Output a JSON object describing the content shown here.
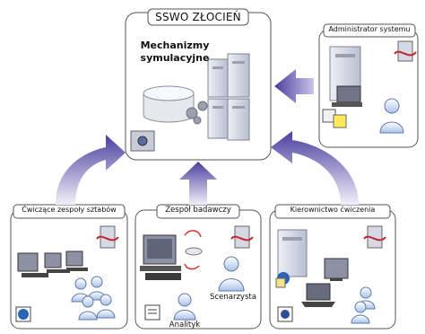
{
  "diagram": {
    "central": {
      "title": "SSWO ZŁOCIEŃ",
      "subtitle_line1": "Mechanizmy",
      "subtitle_line2": "symulacyjne"
    },
    "admin": {
      "title": "Administrator systemu"
    },
    "bottom_boxes": [
      {
        "title": "Ćwiczące zespoły sztabów"
      },
      {
        "title": "Zespół badawczy",
        "label_scenarzysta": "Scenarzysta",
        "label_analityk": "Analityk"
      },
      {
        "title": "Kierownictwo ćwiczenia"
      }
    ],
    "colors": {
      "arrow_dark": "#4a3f9e",
      "arrow_light": "#e6e3f6",
      "box_border": "#555555",
      "box_fill": "#ffffff",
      "person": "#9bb8e0",
      "server": "#d8dbe6"
    }
  }
}
